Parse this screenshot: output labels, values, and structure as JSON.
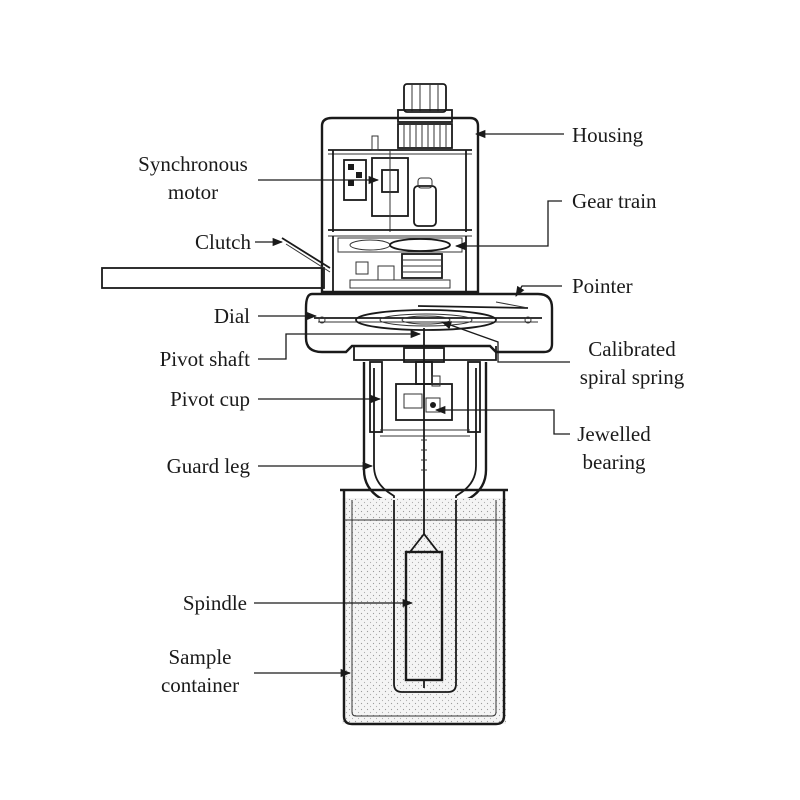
{
  "diagram": {
    "labels": {
      "housing": "Housing",
      "synchronous_motor_line1": "Synchronous",
      "synchronous_motor_line2": "motor",
      "gear_train": "Gear train",
      "clutch": "Clutch",
      "pointer": "Pointer",
      "dial": "Dial",
      "pivot_shaft": "Pivot shaft",
      "calibrated_spiral_spring_line1": "Calibrated",
      "calibrated_spiral_spring_line2": "spiral spring",
      "pivot_cup": "Pivot cup",
      "jewelled_bearing_line1": "Jewelled",
      "jewelled_bearing_line2": "bearing",
      "guard_leg": "Guard leg",
      "spindle": "Spindle",
      "sample_container_line1": "Sample",
      "sample_container_line2": "container"
    }
  }
}
